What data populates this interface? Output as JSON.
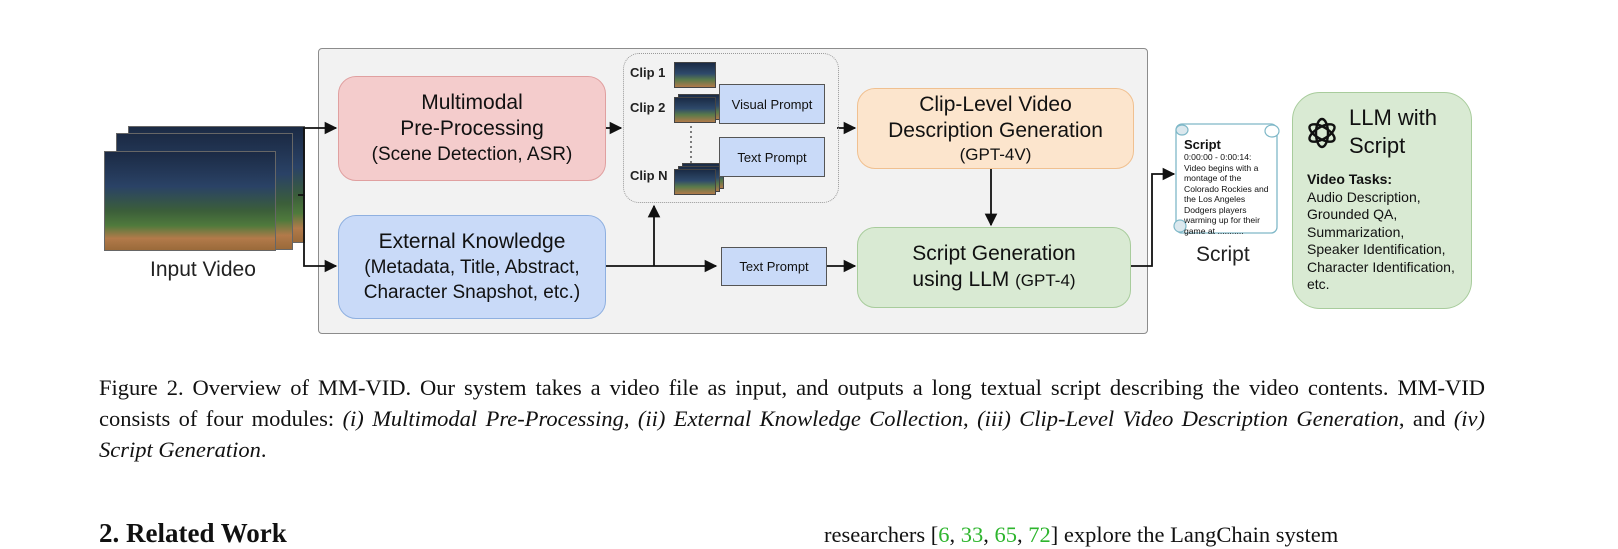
{
  "figure": {
    "input_video_label": "Input Video",
    "multimodal_box": {
      "line1": "Multimodal",
      "line2": "Pre-Processing",
      "line3": "(Scene Detection, ASR)"
    },
    "external_box": {
      "line1": "External Knowledge",
      "line2": "(Metadata, Title, Abstract,",
      "line3": "Character Snapshot, etc.)"
    },
    "clips": {
      "clip1": "Clip 1",
      "clip2": "Clip 2",
      "clipn": "Clip N",
      "visual_prompt": "Visual Prompt",
      "text_prompt": "Text Prompt"
    },
    "lower_text_prompt": "Text Prompt",
    "clip_level_box": {
      "line1": "Clip-Level Video",
      "line2": "Description Generation",
      "line3": "(GPT-4V)"
    },
    "script_gen_box": {
      "line1": "Script Generation",
      "line2_main": "using LLM",
      "line2_small": "(GPT-4)"
    },
    "script_doc": {
      "heading": "Script",
      "body": "0:00:00 - 0:00:14: Video begins with a montage of the Colorado Rockies and the Los Angeles Dodgers players warming up for their game at ..........."
    },
    "script_label": "Script",
    "llm_box": {
      "title_line1": "LLM with",
      "title_line2": "Script",
      "tasks_heading": "Video Tasks:",
      "tasks": [
        "Audio Description,",
        "Grounded QA,",
        "Summarization,",
        "Speaker Identification,",
        "Character Identification,",
        "etc."
      ]
    }
  },
  "caption": {
    "prefix": "Figure 2.  Overview of MM-V",
    "sc1": "ID",
    "mid1": ". Our system takes a video file as input, and outputs a long textual script describing the video contents. MM-V",
    "sc2": "ID",
    "mid2": " consists of four modules: ",
    "m1": "(i) Multimodal Pre-Processing",
    "sep1": ", ",
    "m2": "(ii) External Knowledge Collection",
    "sep2": ", ",
    "m3": "(iii) Clip-Level Video Description Generation",
    "sep3": ", and ",
    "m4": "(iv) Script Generation",
    "end": "."
  },
  "section": {
    "heading": "2. Related Work",
    "right_prefix": "researchers [",
    "citations": [
      "6",
      "33",
      "65",
      "72"
    ],
    "right_suffix": "] explore the LangChain system"
  }
}
